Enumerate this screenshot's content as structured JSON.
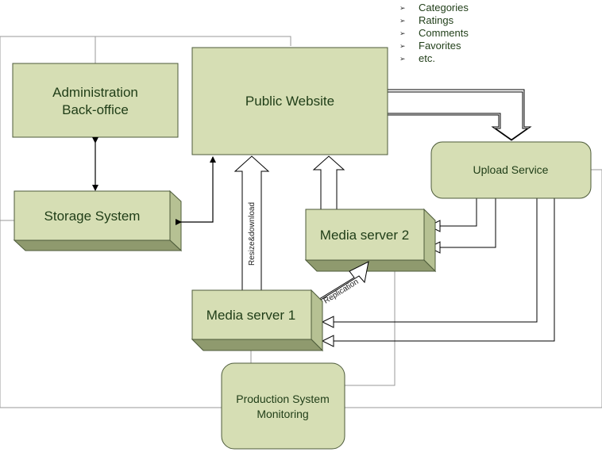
{
  "colors": {
    "box_fill": "#d6deb4",
    "box_side": "#b6c193",
    "box_bottom": "#8f9a6e",
    "border": "#4d5b3a",
    "connector": "#9a9a9a",
    "text": "#1f3d17"
  },
  "bullets": [
    {
      "mark_icon": "arrow-bullet-icon",
      "text": "Categories"
    },
    {
      "mark_icon": "arrow-bullet-icon",
      "text": "Ratings"
    },
    {
      "mark_icon": "arrow-bullet-icon",
      "text": "Comments"
    },
    {
      "mark_icon": "arrow-bullet-icon",
      "text": "Favorites"
    },
    {
      "mark_icon": "arrow-bullet-icon",
      "text": "etc."
    }
  ],
  "nodes": {
    "admin": {
      "line1": "Administration",
      "line2": "Back-office"
    },
    "public": {
      "label": "Public Website"
    },
    "upload": {
      "label": "Upload Service"
    },
    "storage": {
      "label": "Storage System"
    },
    "media2": {
      "label": "Media server 2"
    },
    "media1": {
      "label": "Media server 1"
    },
    "monitoring": {
      "line1": "Production System",
      "line2": "Monitoring"
    }
  },
  "edge_labels": {
    "resize": "Resize&download",
    "replication": "Replication"
  }
}
